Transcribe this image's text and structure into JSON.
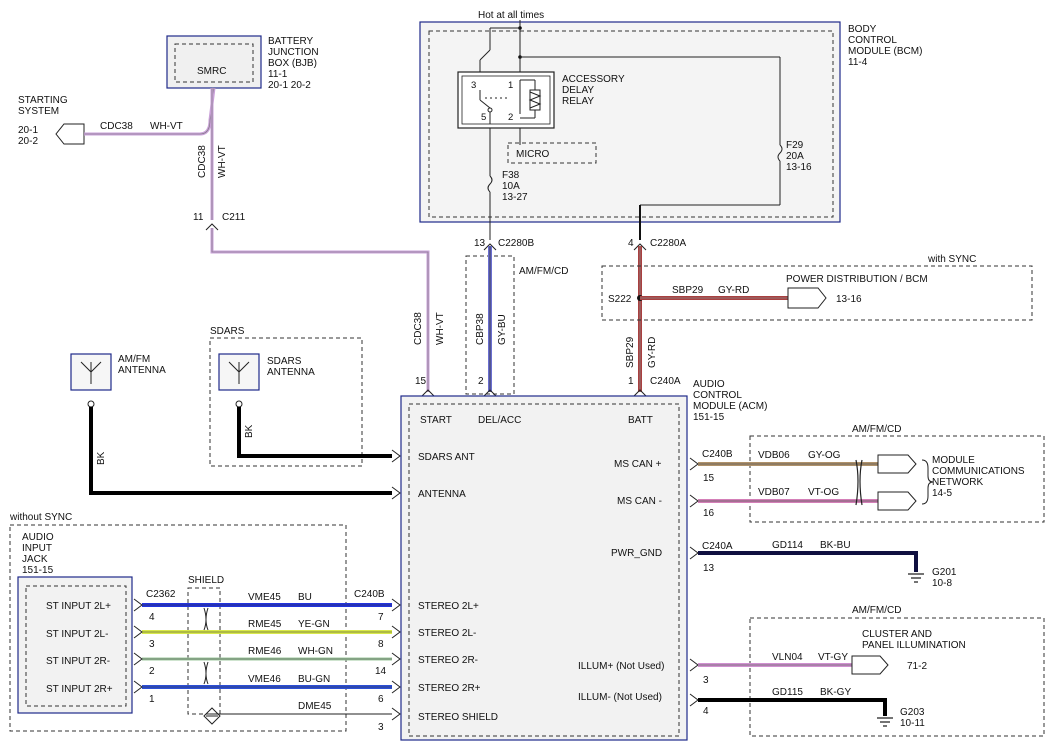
{
  "labels": {
    "hot_at_all_times": "Hot at all times",
    "bcm": [
      "BODY",
      "CONTROL",
      "MODULE (BCM)",
      "11-4"
    ],
    "bjb": [
      "BATTERY",
      "JUNCTION",
      "BOX (BJB)",
      "11-1",
      "20-1   20-2"
    ],
    "smrc": "SMRC",
    "starting": [
      "STARTING",
      "SYSTEM",
      "20-1",
      "20-2"
    ],
    "cdc38_a": "CDC38",
    "whvt_a": "WH-VT",
    "cdc38_b": "CDC38",
    "whvt_b": "WH-VT",
    "c211_pin": "11",
    "c211": "C211",
    "relay": [
      "ACCESSORY",
      "DELAY",
      "RELAY"
    ],
    "relay_pins": [
      "3",
      "1",
      "5",
      "2"
    ],
    "micro": "MICRO",
    "f38": [
      "F38",
      "10A",
      "13-27"
    ],
    "f29": [
      "F29",
      "20A",
      "13-16"
    ],
    "c2280b_pin": "13",
    "c2280b": "C2280B",
    "c2280a_pin": "4",
    "c2280a": "C2280A",
    "amfmcd_1": "AM/FM/CD",
    "cbp38": "CBP38",
    "gybu": "GY-BU",
    "with_sync": "with SYNC",
    "s222": "S222",
    "sbp29_a": "SBP29",
    "gyrd_a": "GY-RD",
    "power_dist": "POWER DISTRIBUTION / BCM",
    "power_dist_ref": "13-16",
    "sbp29_b": "SBP29",
    "gyrd_b": "GY-RD",
    "cdc38_c": "CDC38",
    "whvt_c": "WH-VT",
    "start_pin": "15",
    "delacc_pin": "2",
    "batt_pin": "1",
    "c240a_top": "C240A",
    "acm": [
      "AUDIO",
      "CONTROL",
      "MODULE (ACM)",
      "151-15"
    ],
    "sdars": "SDARS",
    "sdars_ant": [
      "SDARS",
      "ANTENNA"
    ],
    "amfm_ant": [
      "AM/FM",
      "ANTENNA"
    ],
    "bk_1": "BK",
    "bk_2": "BK",
    "acm_terms": [
      "START",
      "DEL/ACC",
      "BATT",
      "SDARS ANT",
      "ANTENNA",
      "STEREO 2L+",
      "STEREO 2L-",
      "STEREO 2R-",
      "STEREO 2R+",
      "STEREO SHIELD"
    ],
    "acm_right_terms": [
      "MS CAN +",
      "MS CAN -",
      "PWR_GND",
      "ILLUM+ (Not Used)",
      "ILLUM- (Not Used)"
    ],
    "amfmcd_2": "AM/FM/CD",
    "c240b_right": "C240B",
    "vdb06": "VDB06",
    "gyog": "GY-OG",
    "pin15": "15",
    "vdb07": "VDB07",
    "vtog": "VT-OG",
    "pin16": "16",
    "mcn": [
      "MODULE",
      "COMMUNICATIONS",
      "NETWORK",
      "14-5"
    ],
    "c240a_right": "C240A",
    "pin13": "13",
    "gd114": "GD114",
    "bkbu": "BK-BU",
    "g201": [
      "G201",
      "10-8"
    ],
    "amfmcd_3": "AM/FM/CD",
    "cluster": [
      "CLUSTER AND",
      "PANEL ILLUMINATION"
    ],
    "cluster_ref": "71-2",
    "vln04": "VLN04",
    "vtgy": "VT-GY",
    "pin3r": "3",
    "gd115": "GD115",
    "bkgy": "BK-GY",
    "pin4r": "4",
    "g203": [
      "G203",
      "10-11"
    ],
    "without_sync": "without SYNC",
    "aux": [
      "AUDIO",
      "INPUT",
      "JACK",
      "151-15"
    ],
    "c2362": "C2362",
    "shield": "SHIELD",
    "jack_terms": [
      "ST INPUT 2L+",
      "ST INPUT 2L-",
      "ST INPUT 2R-",
      "ST INPUT 2R+"
    ],
    "jack_pins": [
      "4",
      "3",
      "2",
      "1"
    ],
    "c240b_left": "C240B",
    "acm_pins_left": [
      "7",
      "8",
      "14",
      "6",
      "3"
    ],
    "vme45": "VME45",
    "bu": "BU",
    "rme45": "RME45",
    "yegn": "YE-GN",
    "rme46": "RME46",
    "whgn": "WH-GN",
    "vme46": "VME46",
    "bugn": "BU-GN",
    "dme45": "DME45"
  },
  "colors": {
    "module_border": "#1f2a8a",
    "wire_wh_vt": "#c9a0d8",
    "wire_gy_rd": "#a94040",
    "wire_gy_bu": "#6b6fd0",
    "wire_bu": "#2233dd",
    "wire_ye_gn": "#d8e84a",
    "wire_wh_gn": "#9fc99f",
    "wire_bu_gn": "#2c4fd6",
    "wire_gy_og": "#b0926a",
    "wire_vt_og": "#d47fb8",
    "wire_vt_gy": "#d090d0",
    "wire_bk": "#000000",
    "wire_bk_bu": "#101040"
  }
}
